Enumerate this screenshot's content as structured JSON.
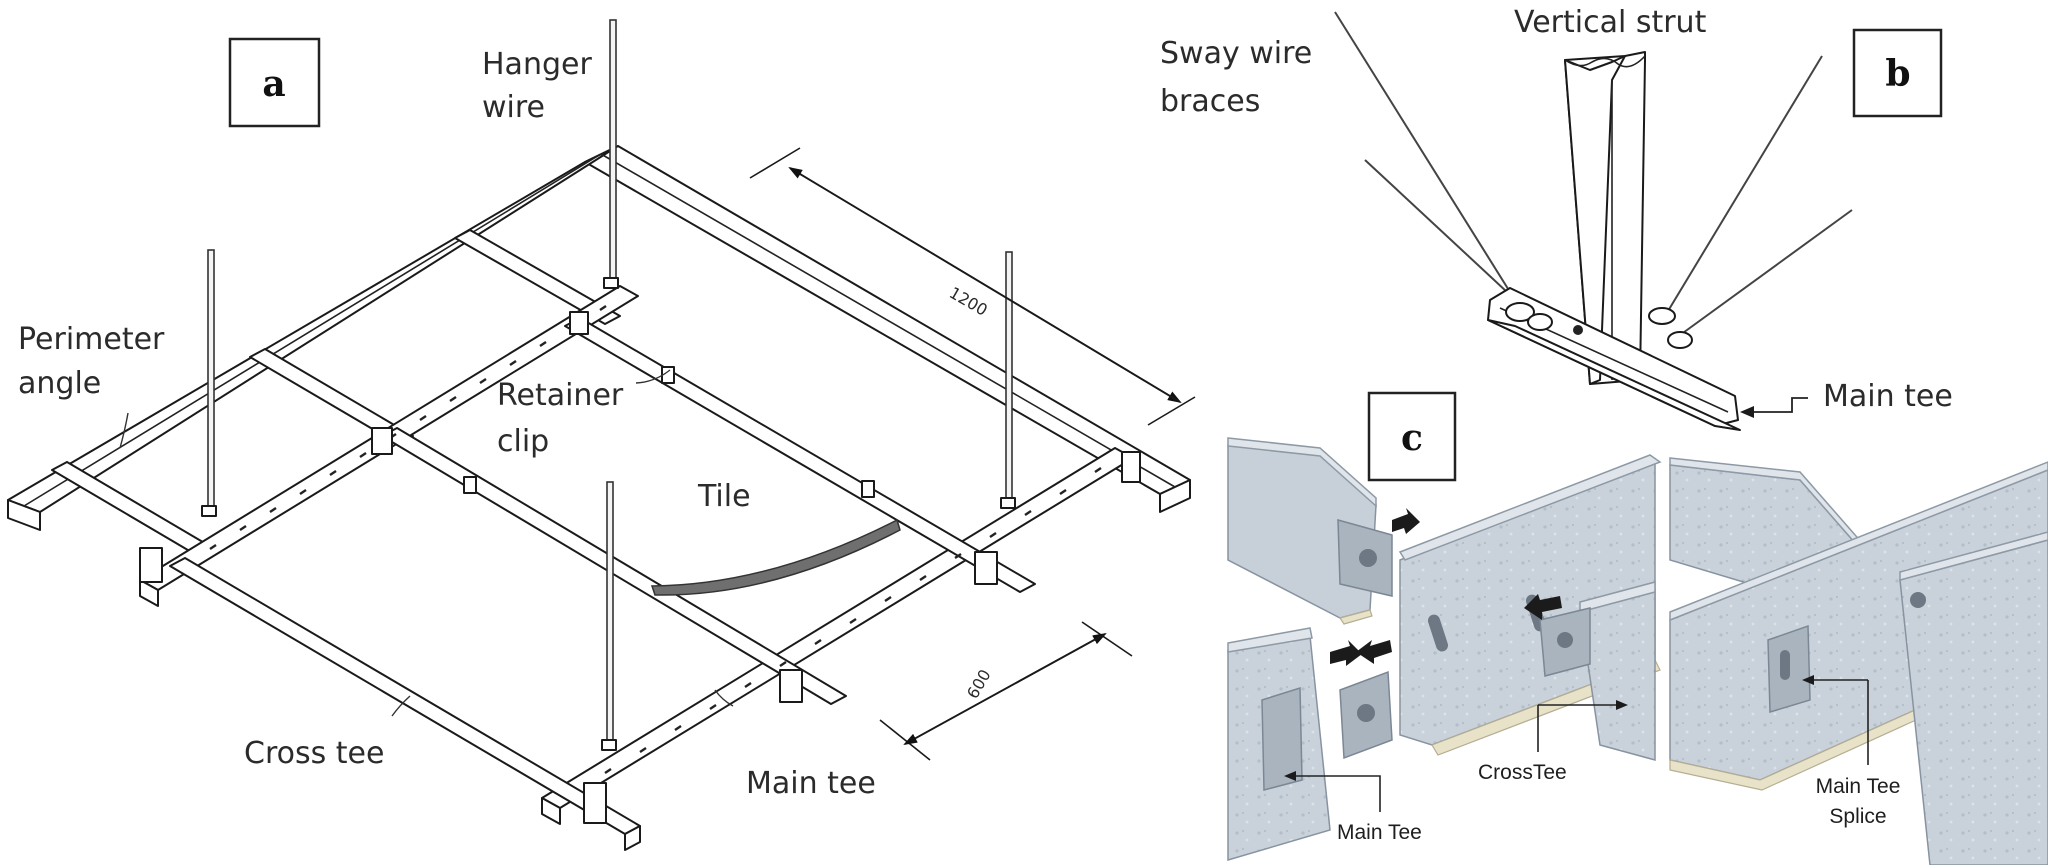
{
  "panel_a": {
    "tag": "a",
    "labels": {
      "hanger_wire_1": "Hanger",
      "hanger_wire_2": "wire",
      "perimeter_1": "Perimeter",
      "perimeter_2": "angle",
      "retainer_1": "Retainer",
      "retainer_2": "clip",
      "tile": "Tile",
      "cross_tee": "Cross tee",
      "main_tee": "Main tee",
      "dim_long": "1200",
      "dim_short": "600"
    }
  },
  "panel_b": {
    "tag": "b",
    "labels": {
      "vertical_strut": "Vertical strut",
      "sway_1": "Sway wire",
      "sway_2": "braces",
      "main_tee": "Main tee"
    }
  },
  "panel_c": {
    "tag": "c",
    "labels": {
      "cross_tee": "CrossTee",
      "main_tee": "Main Tee",
      "splice_1": "Main Tee",
      "splice_2": "Splice"
    }
  }
}
